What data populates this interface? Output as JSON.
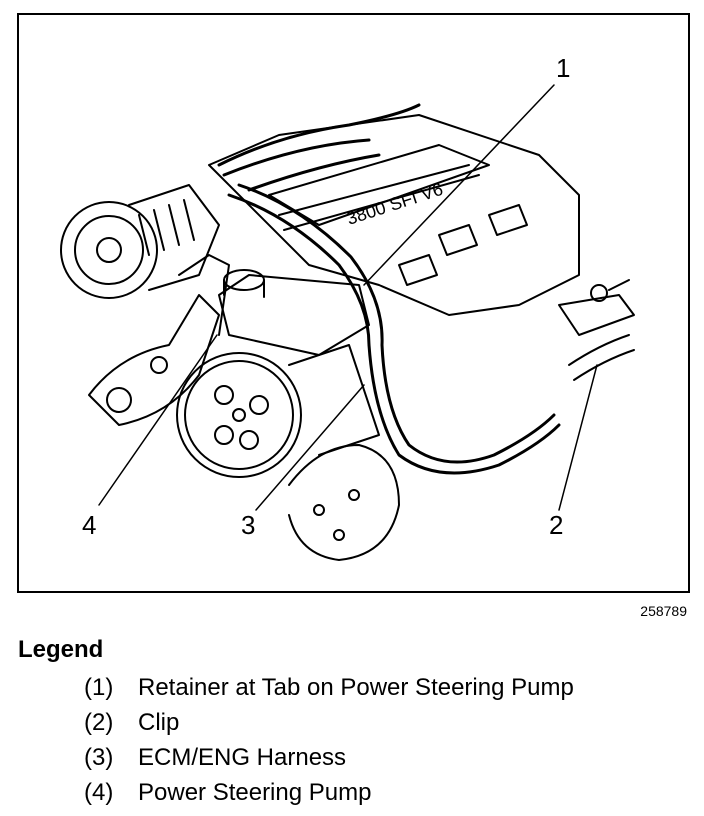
{
  "figure": {
    "id": "258789",
    "callouts": [
      "1",
      "2",
      "3",
      "4"
    ]
  },
  "legend": {
    "title": "Legend",
    "items": [
      {
        "number": "(1)",
        "text": "Retainer at Tab on Power Steering Pump"
      },
      {
        "number": "(2)",
        "text": "Clip"
      },
      {
        "number": "(3)",
        "text": "ECM/ENG Harness"
      },
      {
        "number": "(4)",
        "text": "Power Steering Pump"
      }
    ]
  },
  "illustration": {
    "engraving_text": "3800 SFI V6"
  }
}
